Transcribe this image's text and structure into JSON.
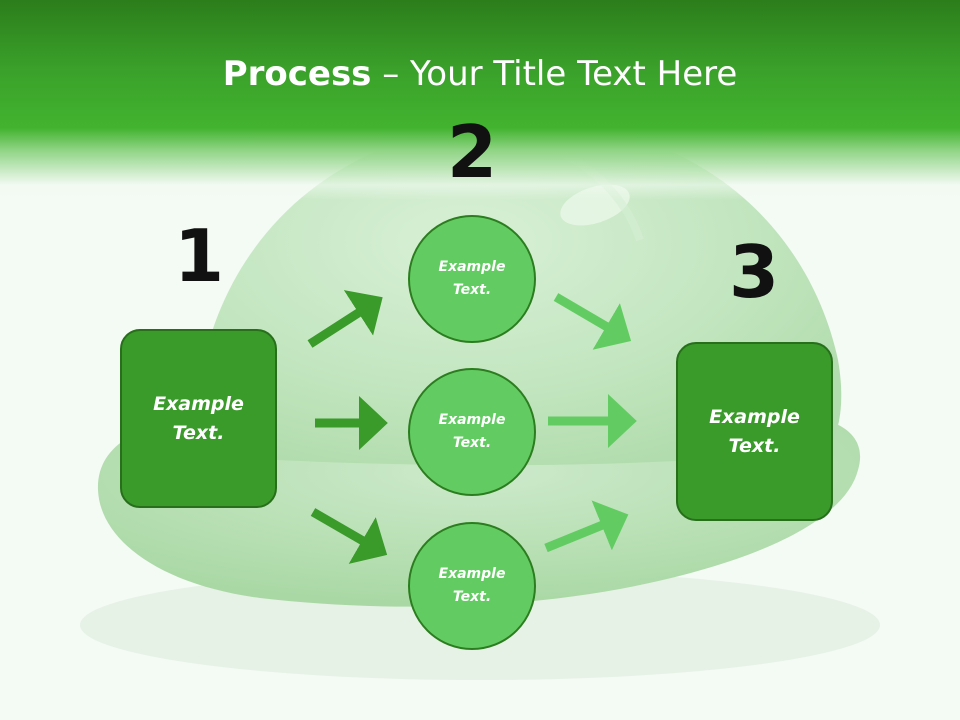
{
  "title": {
    "bold": "Process",
    "rest": " – Your Title Text Here"
  },
  "steps": [
    {
      "number": "1",
      "box_text": "Example Text."
    },
    {
      "number": "2",
      "circles": [
        "Example Text.",
        "Example Text.",
        "Example Text."
      ]
    },
    {
      "number": "3",
      "box_text": "Example Text."
    }
  ],
  "colors": {
    "header_green": "#3aa12a",
    "box_green": "#3a9a2a",
    "circle_green": "#62cc62",
    "arrow_dark": "#3a9a2a",
    "arrow_light": "#62cc62",
    "background": "#f4faf4"
  },
  "background_image": {
    "icon": "hard-hat-icon"
  }
}
